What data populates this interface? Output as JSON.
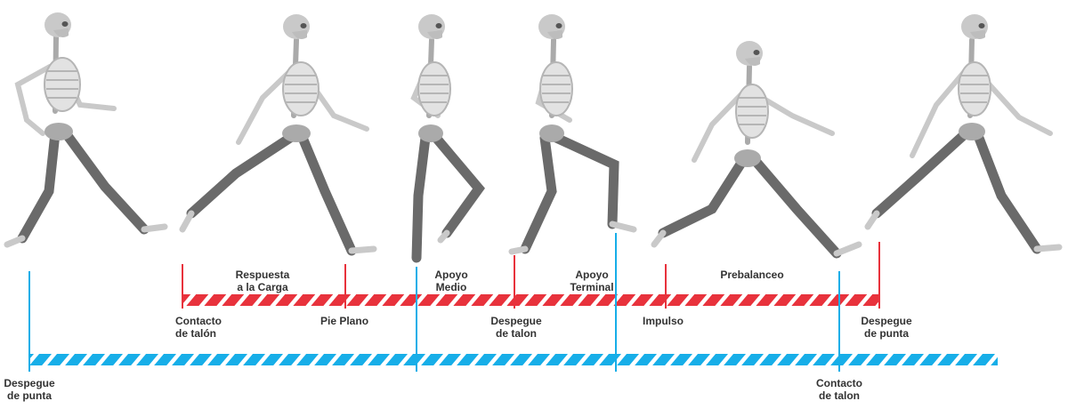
{
  "colors": {
    "stance_red": "#e8323c",
    "swing_blue": "#17aee8",
    "bone_light": "#c9c9c9",
    "bone_dark": "#6a6a6a",
    "text": "#333333"
  },
  "phases_top": [
    {
      "label": "Respuesta\na la Carga"
    },
    {
      "label": "Apoyo\nMedio"
    },
    {
      "label": "Apoyo\nTerminal"
    },
    {
      "label": "Prebalanceo"
    }
  ],
  "events_top": [
    {
      "label": "Contacto\nde talón"
    },
    {
      "label": "Pie Plano"
    },
    {
      "label": "Despegue\nde talon"
    },
    {
      "label": "Impulso"
    },
    {
      "label": "Despegue\nde punta"
    }
  ],
  "events_bottom": [
    {
      "label": "Despegue\nde punta"
    },
    {
      "label": "Contacto\nde talon"
    }
  ],
  "figures": [
    {
      "name": "skeleton-1"
    },
    {
      "name": "skeleton-2"
    },
    {
      "name": "skeleton-3"
    },
    {
      "name": "skeleton-4"
    },
    {
      "name": "skeleton-5"
    },
    {
      "name": "skeleton-6"
    }
  ]
}
